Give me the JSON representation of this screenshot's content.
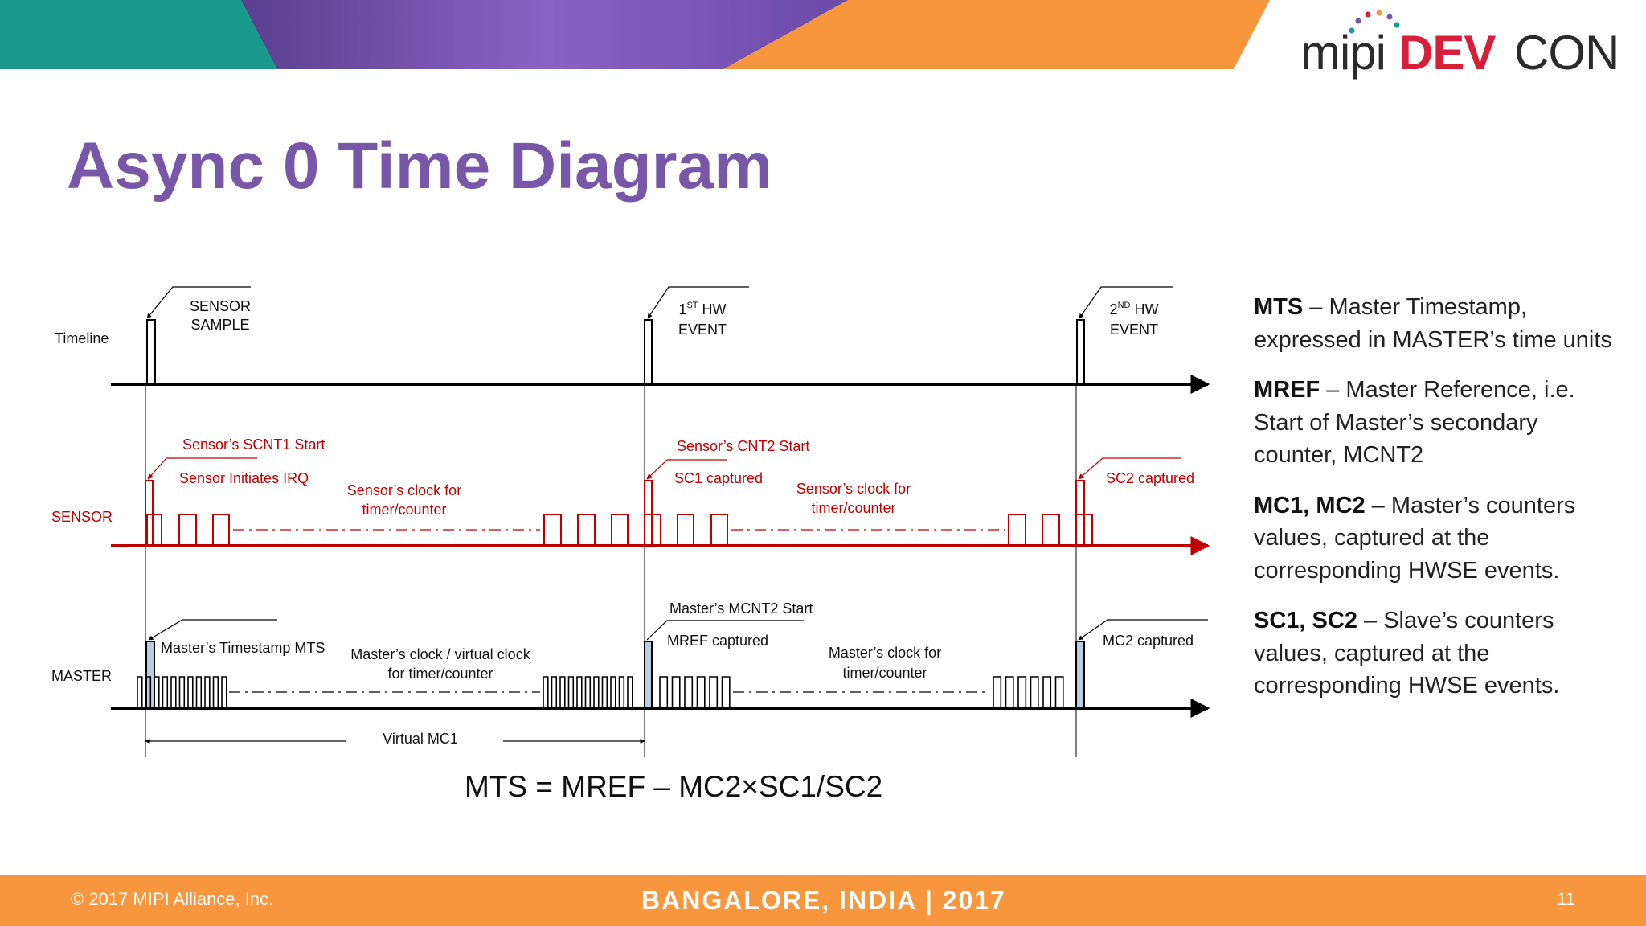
{
  "header": {
    "logo": {
      "mipi": "mipi",
      "dev": "DEV",
      "con": "CON"
    }
  },
  "title": "Async 0 Time Diagram",
  "diagram": {
    "row_labels": {
      "timeline": "Timeline",
      "sensor": "SENSOR",
      "master": "MASTER"
    },
    "timeline": {
      "sensor_sample": [
        "SENSOR",
        "SAMPLE"
      ],
      "hw_event_1": {
        "num": "1",
        "sup": "ST",
        "word": "HW",
        "line2": "EVENT"
      },
      "hw_event_2": {
        "num": "2",
        "sup": "ND",
        "word": "HW",
        "line2": "EVENT"
      }
    },
    "sensor": {
      "scnt1_start": "Sensor’s SCNT1 Start",
      "initiates_irq": "Sensor Initiates IRQ",
      "clock1": [
        "Sensor’s clock for",
        "timer/counter"
      ],
      "cnt2_start": "Sensor’s CNT2 Start",
      "sc1_captured": "SC1 captured",
      "clock2": [
        "Sensor’s clock for",
        "timer/counter"
      ],
      "sc2_captured": "SC2 captured"
    },
    "master": {
      "timestamp_mts": "Master’s Timestamp MTS",
      "clock1": [
        "Master’s clock / virtual clock",
        "for timer/counter"
      ],
      "mcnt2_start": "Master’s MCNT2 Start",
      "mref_captured": "MREF captured",
      "clock2": [
        "Master’s clock for",
        "timer/counter"
      ],
      "mc2_captured": "MC2 captured",
      "virtual_mc1": "Virtual MC1"
    },
    "colors": {
      "sensor": "#c00000",
      "master": "#000000",
      "fill": "#b8cce4"
    }
  },
  "formula": "MTS = MREF – MC2×SC1/SC2",
  "definitions": [
    {
      "term": "MTS",
      "text": " – Master Timestamp, expressed in MASTER’s time units"
    },
    {
      "term": "MREF",
      "text": " – Master Reference, i.e. Start of Master’s secondary counter, MCNT2"
    },
    {
      "term": "MC1, MC2",
      "text": " – Master’s counters values, captured at the corresponding HWSE events."
    },
    {
      "term": "SC1, SC2",
      "text": " – Slave’s counters values, captured at the corresponding HWSE events."
    }
  ],
  "footer": {
    "copyright": "© 2017 MIPI Alliance, Inc.",
    "event": "BANGALORE, INDIA | 2017",
    "slide_number": "11"
  }
}
